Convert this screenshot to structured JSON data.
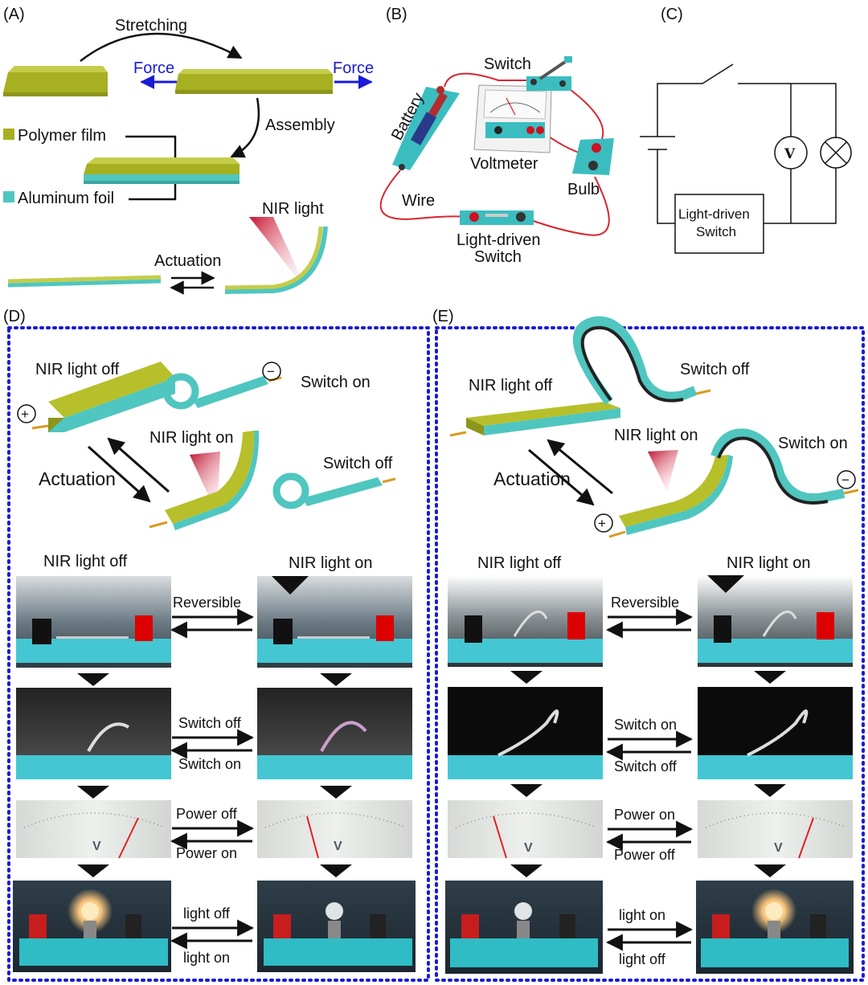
{
  "panels": {
    "a": "(A)",
    "b": "(B)",
    "c": "(C)",
    "d": "(D)",
    "e": "(E)"
  },
  "panel_a": {
    "stretching": "Stretching",
    "force": "Force",
    "assembly": "Assembly",
    "polymer_film": "Polymer film",
    "aluminum_foil": "Aluminum foil",
    "nir_light": "NIR light",
    "actuation": "Actuation"
  },
  "panel_b": {
    "switch": "Switch",
    "battery": "Battery",
    "voltmeter": "Voltmeter",
    "bulb": "Bulb",
    "wire": "Wire",
    "light_driven_1": "Light-driven",
    "light_driven_2": "Switch"
  },
  "panel_c": {
    "voltmeter_symbol": "V",
    "light_driven_1": "Light-driven",
    "light_driven_2": "Switch"
  },
  "panel_d": {
    "nir_off": "NIR light off",
    "switch_on": "Switch on",
    "nir_on": "NIR light on",
    "switch_off": "Switch off",
    "actuation": "Actuation",
    "plus": "+",
    "minus": "−",
    "col_left": "NIR light off",
    "col_right": "NIR light on",
    "rows": [
      {
        "top": "Reversible",
        "bottom": ""
      },
      {
        "top": "Switch off",
        "bottom": "Switch on"
      },
      {
        "top": "Power off",
        "bottom": "Power on"
      },
      {
        "top": "light off",
        "bottom": "light on"
      }
    ],
    "meter_unit": "V"
  },
  "panel_e": {
    "nir_off": "NIR light off",
    "switch_off": "Switch off",
    "nir_on": "NIR light on",
    "switch_on": "Switch on",
    "actuation": "Actuation",
    "plus": "+",
    "minus": "−",
    "col_left": "NIR light off",
    "col_right": "NIR light on",
    "rows": [
      {
        "top": "Reversible",
        "bottom": ""
      },
      {
        "top": "Switch on",
        "bottom": "Switch off"
      },
      {
        "top": "Power on",
        "bottom": "Power off"
      },
      {
        "top": "light on",
        "bottom": "light off"
      }
    ],
    "meter_unit": "V"
  },
  "colors": {
    "polymer": "#a6b021",
    "aluminum": "#4fc6bf",
    "force_blue": "#1a1ad6",
    "border_blue": "#1a1ad6",
    "nir_red": "#c8102e",
    "wire_red": "#d8262f"
  }
}
